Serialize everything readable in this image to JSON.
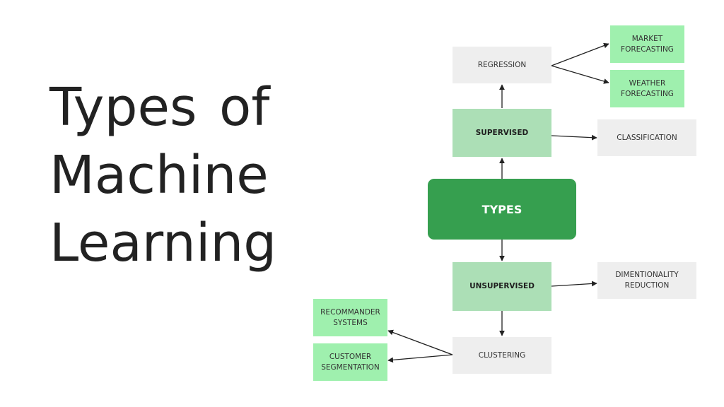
{
  "title": {
    "line1": "Types of",
    "line2": "Machine",
    "line3": "Learning"
  },
  "nodes": {
    "root": "TYPES",
    "supervised": "SUPERVISED",
    "unsupervised": "UNSUPERVISED",
    "regression": "REGRESSION",
    "classification": "CLASSIFICATION",
    "market_forecasting": "MARKET\nFORECASTING",
    "weather_forecasting": "WEATHER\nFORECASTING",
    "dimensionality_reduction": "DIMENTIONALITY\nREDUCTION",
    "clustering": "CLUSTERING",
    "recommender_systems": "RECOMMANDER\nSYSTEMS",
    "customer_segmentation": "CUSTOMER\nSEGMENTATION"
  },
  "colors": {
    "root": "#369f4f",
    "category": "#acdfb6",
    "application": "#9ff0ae",
    "method": "#eeeeee",
    "arrow": "#222222"
  }
}
